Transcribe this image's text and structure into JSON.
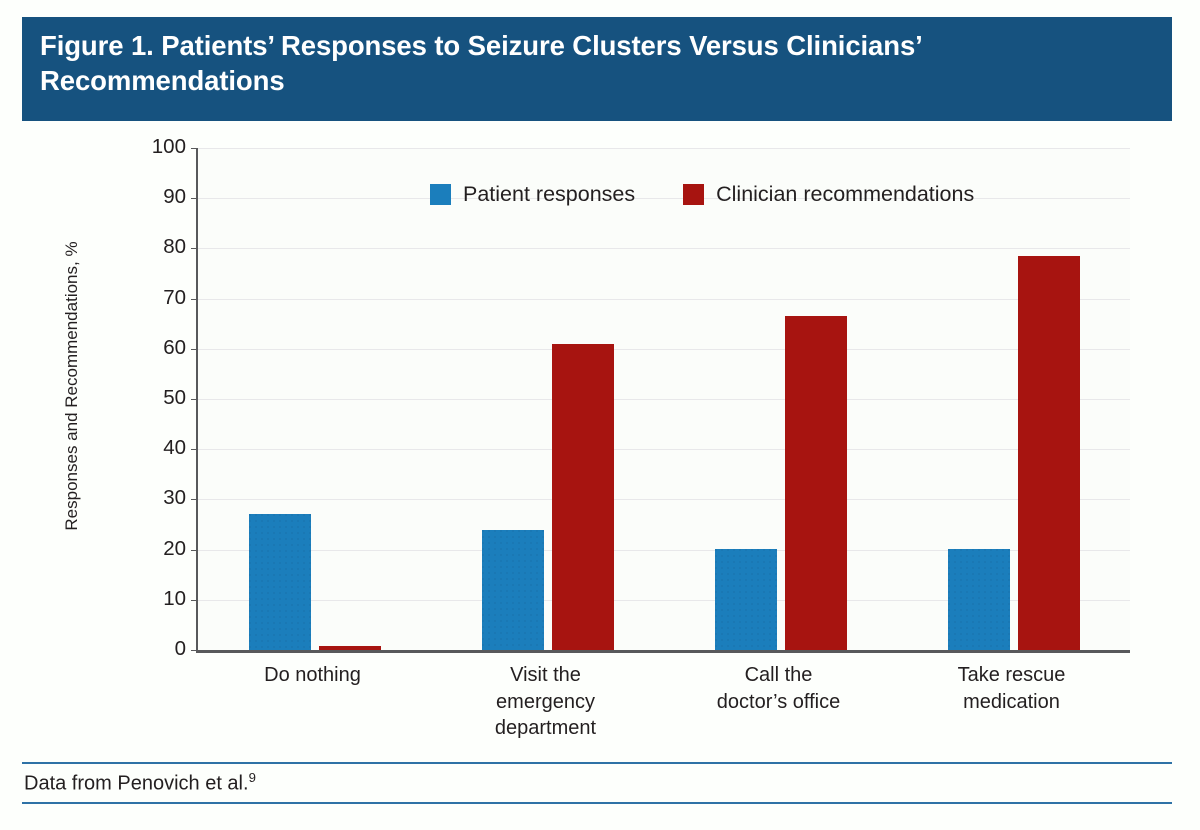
{
  "figure": {
    "title": "Figure 1. Patients’ Responses to Seizure Clusters Versus Clinicians’\nRecommendations",
    "banner_color": "#16527f"
  },
  "footer": {
    "source_text": "Data from Penovich et al.",
    "source_superscript": "9",
    "rule_color": "#2e72a6"
  },
  "legend": {
    "items": [
      {
        "label": "Patient responses",
        "color": "#1b7ebc"
      },
      {
        "label": "Clinician recommendations",
        "color": "#a71410"
      }
    ]
  },
  "axis": {
    "y_title": "Responses and Recommendations, %",
    "y_ticks": [
      "100",
      "90",
      "80",
      "70",
      "60",
      "50",
      "40",
      "30",
      "20",
      "10",
      "0"
    ]
  },
  "chart_data": {
    "type": "bar",
    "title": "Figure 1. Patients’ Responses to Seizure Clusters Versus Clinicians’ Recommendations",
    "categories": [
      "Do nothing",
      "Visit the\nemergency\ndepartment",
      "Call the\ndoctor’s office",
      "Take rescue\nmedication"
    ],
    "series": [
      {
        "name": "Patient responses",
        "color": "#1b7ebc",
        "values": [
          27,
          24,
          20.2,
          20.2
        ]
      },
      {
        "name": "Clinician recommendations",
        "color": "#a71410",
        "values": [
          0.8,
          61,
          66.5,
          78.5
        ]
      }
    ],
    "xlabel": "",
    "ylabel": "Responses and Recommendations, %",
    "ylim": [
      0,
      100
    ],
    "ytick_step": 10,
    "grid": true,
    "legend_position": "top-left-inside",
    "source": "Data from Penovich et al.9"
  }
}
